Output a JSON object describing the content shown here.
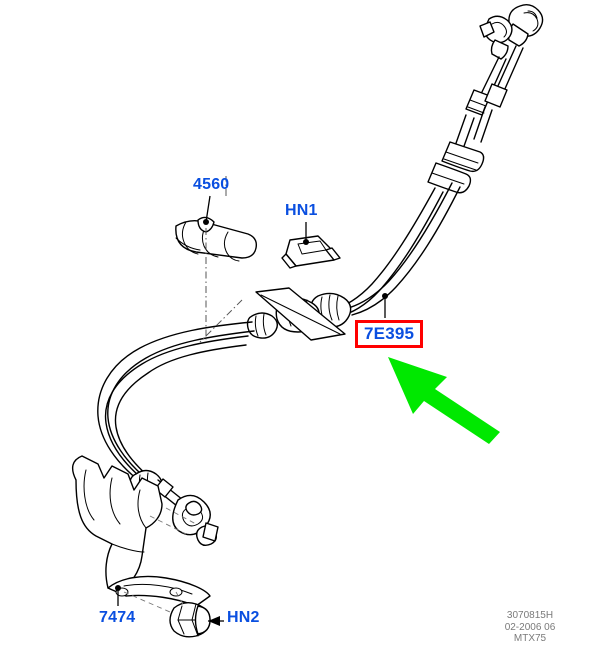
{
  "diagram": {
    "title": "Gear shift cable assembly exploded parts diagram",
    "subject": "MTX75 transmission shift cables",
    "colors": {
      "label_text": "#0A4FE0",
      "highlight_box_border": "#FF0000",
      "annotation_arrow": "#00E800",
      "line_art": "#000000",
      "footer_text": "#7a7a7a",
      "background": "#FFFFFF"
    }
  },
  "callouts": [
    {
      "id": "4560",
      "label": "4560",
      "part": "cable-retaining-clip",
      "leader": "solid-line-with-dot"
    },
    {
      "id": "HN1",
      "label": "HN1",
      "part": "cable-saddle-bracket",
      "leader": "solid-line-with-dot"
    },
    {
      "id": "7E395",
      "label": "7E395",
      "part": "gear-shift-cable-assembly",
      "leader": "solid-line-with-dot",
      "highlighted": true
    },
    {
      "id": "7474",
      "label": "7474",
      "part": "shift-cable-mounting-bracket",
      "leader": "solid-line-with-dot"
    },
    {
      "id": "HN2",
      "label": "HN2",
      "part": "hex-flange-nut",
      "leader": "arrow-line"
    }
  ],
  "annotation": {
    "arrow_color": "#00E800",
    "points_to": "7E395",
    "direction": "up-left"
  },
  "footer": {
    "drawing_number": "3070815H",
    "date_code": "02-2006 06",
    "model": "MTX75"
  }
}
